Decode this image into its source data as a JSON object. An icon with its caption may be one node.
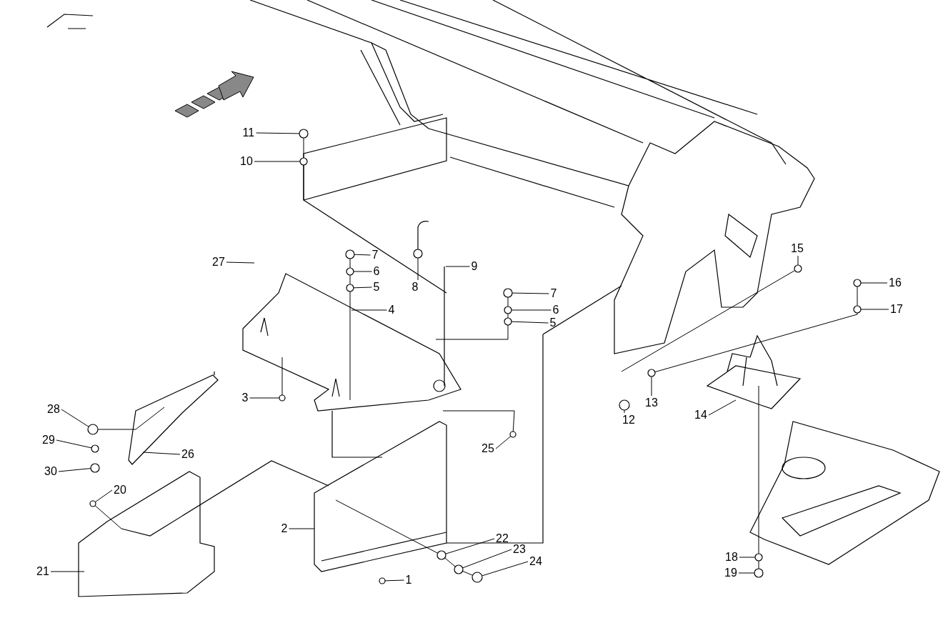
{
  "diagram": {
    "nodes": [
      {
        "text": [
          "11"
        ]
      },
      {
        "text": [
          "10"
        ]
      },
      {
        "text": [
          "15"
        ]
      },
      {
        "text": [
          "27"
        ]
      },
      {
        "text": [
          "7"
        ]
      },
      {
        "text": [
          "9"
        ]
      },
      {
        "text": [
          "6"
        ]
      },
      {
        "text": [
          "16"
        ]
      },
      {
        "text": [
          "5"
        ]
      },
      {
        "text": [
          "8"
        ]
      },
      {
        "text": [
          "7"
        ]
      },
      {
        "text": [
          "6"
        ]
      },
      {
        "text": [
          "17"
        ]
      },
      {
        "text": [
          "4"
        ]
      },
      {
        "text": [
          "5"
        ]
      },
      {
        "text": [
          "3"
        ]
      },
      {
        "text": [
          "13"
        ]
      },
      {
        "text": [
          "28"
        ]
      },
      {
        "text": [
          "14"
        ]
      },
      {
        "text": [
          "12"
        ]
      },
      {
        "text": [
          "29"
        ]
      },
      {
        "text": [
          "26"
        ]
      },
      {
        "text": [
          "25"
        ]
      },
      {
        "text": [
          "30"
        ]
      },
      {
        "text": [
          "20"
        ]
      },
      {
        "text": [
          "2"
        ]
      },
      {
        "text": [
          "22"
        ]
      },
      {
        "text": [
          "23"
        ]
      },
      {
        "text": [
          "18"
        ]
      },
      {
        "text": [
          "24"
        ]
      },
      {
        "text": [
          "21"
        ]
      },
      {
        "text": [
          "1"
        ]
      },
      {
        "text": [
          "19"
        ]
      },
      {
        "text": [],
        "shape": "circle"
      },
      {
        "text": [],
        "shape": "circle"
      },
      {
        "text": [],
        "shape": "circle"
      },
      {
        "text": [],
        "shape": "circle"
      },
      {
        "text": [],
        "shape": "circle"
      },
      {
        "text": [],
        "shape": "circle"
      },
      {
        "text": [],
        "shape": "circle"
      },
      {
        "text": [],
        "shape": "circle"
      },
      {
        "text": [],
        "shape": "circle"
      },
      {
        "text": [],
        "shape": "circle"
      },
      {
        "text": [],
        "shape": "circle"
      },
      {
        "text": [],
        "shape": "circle"
      },
      {
        "text": [],
        "shape": "circle"
      },
      {
        "text": [],
        "shape": "circle"
      },
      {
        "text": [],
        "shape": "circle"
      },
      {
        "text": [],
        "shape": "circle"
      },
      {
        "text": [],
        "shape": "circle"
      },
      {
        "text": [],
        "shape": "circle"
      },
      {
        "text": [],
        "shape": "circle"
      },
      {
        "text": [],
        "shape": "circle"
      },
      {
        "text": [],
        "shape": "circle"
      },
      {
        "text": [],
        "shape": "circle"
      },
      {
        "text": [],
        "shape": "circle"
      },
      {
        "text": [],
        "shape": "circle"
      },
      {
        "text": [],
        "shape": "circle"
      },
      {
        "text": [],
        "shape": "circle"
      }
    ],
    "edges": [
      {
        "from": 0,
        "to": 33,
        "arrow": "none"
      },
      {
        "from": 1,
        "to": 34,
        "arrow": "none"
      },
      {
        "from": 2,
        "to": 37,
        "arrow": "none"
      },
      {
        "from": 3,
        "to": null,
        "arrow": "none"
      },
      {
        "from": 4,
        "to": 36,
        "arrow": "none"
      },
      {
        "from": 5,
        "to": null,
        "arrow": "none"
      },
      {
        "from": 6,
        "to": 38,
        "arrow": "none"
      },
      {
        "from": 7,
        "to": 39,
        "arrow": "none"
      },
      {
        "from": 8,
        "to": 40,
        "arrow": "none"
      },
      {
        "from": 9,
        "to": 35,
        "arrow": "none"
      },
      {
        "from": 10,
        "to": 41,
        "arrow": "none"
      },
      {
        "from": 11,
        "to": 43,
        "arrow": "none"
      },
      {
        "from": 12,
        "to": 42,
        "arrow": "none"
      },
      {
        "from": 13,
        "to": null,
        "arrow": "none"
      },
      {
        "from": 14,
        "to": 44,
        "arrow": "none"
      },
      {
        "from": 15,
        "to": 46,
        "arrow": "none"
      },
      {
        "from": 16,
        "to": 45,
        "arrow": "none"
      },
      {
        "from": 17,
        "to": 48,
        "arrow": "none"
      },
      {
        "from": 18,
        "to": null,
        "arrow": "none"
      },
      {
        "from": 19,
        "to": 47,
        "arrow": "none"
      },
      {
        "from": 20,
        "to": 50,
        "arrow": "none"
      },
      {
        "from": 21,
        "to": null,
        "arrow": "none"
      },
      {
        "from": 22,
        "to": 49,
        "arrow": "none"
      },
      {
        "from": 23,
        "to": 51,
        "arrow": "none"
      },
      {
        "from": 24,
        "to": 52,
        "arrow": "none"
      },
      {
        "from": 25,
        "to": null,
        "arrow": "none"
      },
      {
        "from": 26,
        "to": 53,
        "arrow": "none"
      },
      {
        "from": 27,
        "to": 55,
        "arrow": "none"
      },
      {
        "from": 28,
        "to": 54,
        "arrow": "none"
      },
      {
        "from": 29,
        "to": 57,
        "arrow": "none"
      },
      {
        "from": 30,
        "to": null,
        "arrow": "none"
      },
      {
        "from": 31,
        "to": 58,
        "arrow": "none"
      },
      {
        "from": 32,
        "to": 56,
        "arrow": "none"
      },
      {
        "from": 34,
        "to": 33,
        "arrow": "none"
      },
      {
        "from": null,
        "to": 34,
        "arrow": "none"
      },
      {
        "from": 36,
        "to": 38,
        "arrow": "none"
      },
      {
        "from": 38,
        "to": 40,
        "arrow": "none"
      },
      {
        "from": 40,
        "to": null,
        "arrow": "none"
      },
      {
        "from": 41,
        "to": 43,
        "arrow": "none"
      },
      {
        "from": 43,
        "to": 44,
        "arrow": "none"
      },
      {
        "from": 44,
        "to": null,
        "arrow": "none"
      },
      {
        "from": 37,
        "to": null,
        "arrow": "none"
      },
      {
        "from": 39,
        "to": 42,
        "arrow": "none"
      },
      {
        "from": 42,
        "to": 45,
        "arrow": "none"
      },
      {
        "from": 53,
        "to": 55,
        "arrow": "none"
      },
      {
        "from": 55,
        "to": 57,
        "arrow": "none"
      },
      {
        "from": null,
        "to": 53,
        "arrow": "none"
      },
      {
        "from": 54,
        "to": 56,
        "arrow": "none"
      },
      {
        "from": null,
        "to": 54,
        "arrow": "none"
      },
      {
        "from": null,
        "to": 48,
        "arrow": "none"
      },
      {
        "from": null,
        "to": 46,
        "arrow": "none"
      },
      {
        "from": 52,
        "to": null,
        "arrow": "none"
      },
      {
        "from": null,
        "to": 49,
        "arrow": "none"
      }
    ]
  }
}
